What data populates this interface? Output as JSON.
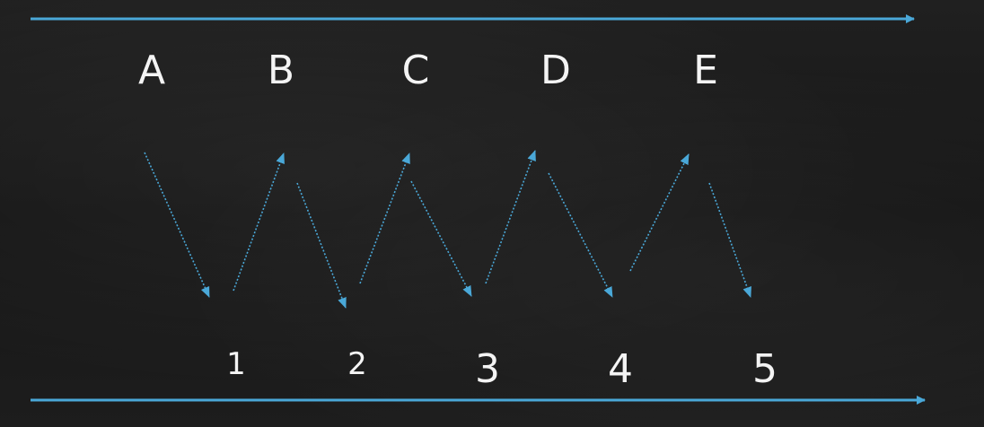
{
  "top_labels": [
    "A",
    "B",
    "C",
    "D",
    "E"
  ],
  "bottom_labels": [
    "1",
    "2",
    "3",
    "4",
    "5"
  ],
  "colors": {
    "background": "#1b1b1b",
    "arrow": "#4aa8d8",
    "text": "#f4f4f4"
  }
}
